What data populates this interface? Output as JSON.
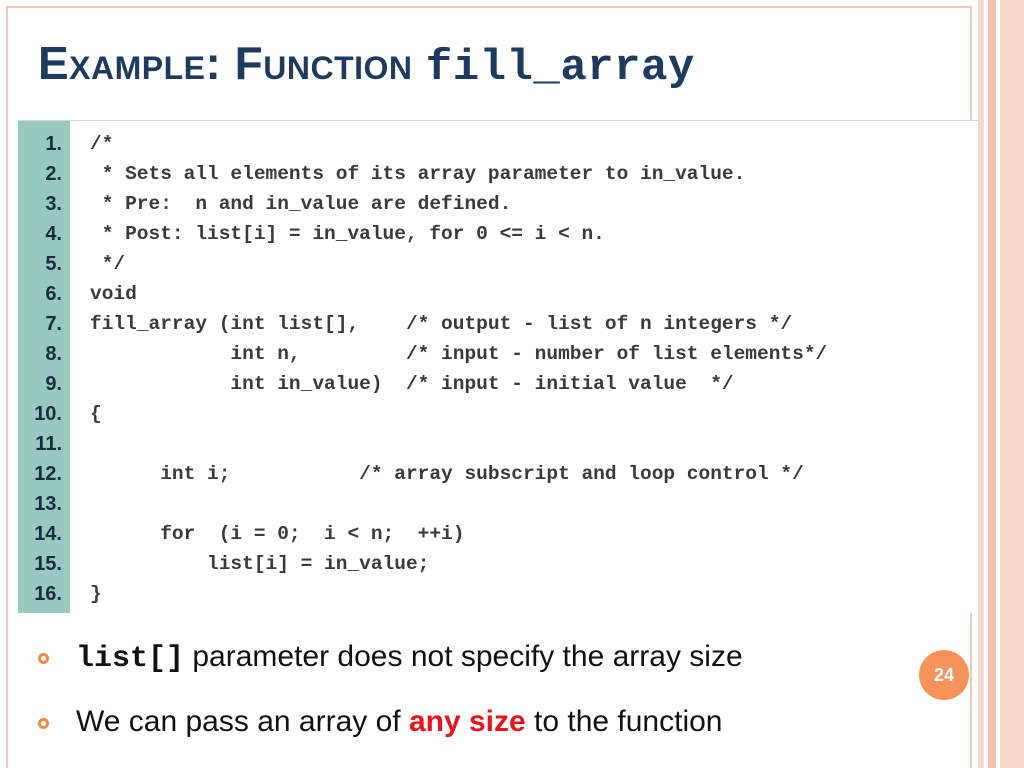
{
  "slide": {
    "title_word1": "Example",
    "title_colon": ": ",
    "title_word2": "Function",
    "title_code": "fill_array",
    "code_lines": [
      {
        "n": "1.",
        "text": "/*"
      },
      {
        "n": "2.",
        "text": " * Sets all elements of its array parameter to in_value."
      },
      {
        "n": "3.",
        "text": " * Pre:  n and in_value are defined."
      },
      {
        "n": "4.",
        "text": " * Post: list[i] = in_value, for 0 <= i < n."
      },
      {
        "n": "5.",
        "text": " */"
      },
      {
        "n": "6.",
        "text": "void"
      },
      {
        "n": "7.",
        "text": "fill_array (int list[],    /* output - list of n integers */"
      },
      {
        "n": "8.",
        "text": "            int n,         /* input - number of list elements*/"
      },
      {
        "n": "9.",
        "text": "            int in_value)  /* input - initial value  */"
      },
      {
        "n": "10.",
        "text": "{"
      },
      {
        "n": "11.",
        "text": ""
      },
      {
        "n": "12.",
        "text": "      int i;           /* array subscript and loop control */"
      },
      {
        "n": "13.",
        "text": ""
      },
      {
        "n": "14.",
        "text": "      for  (i = 0;  i < n;  ++i)"
      },
      {
        "n": "15.",
        "text": "          list[i] = in_value;"
      },
      {
        "n": "16.",
        "text": "}"
      }
    ],
    "bullets": {
      "b1_code": "list[]",
      "b1_text": " parameter does not specify the array size",
      "b2_pre": "We can pass an array of ",
      "b2_highlight": "any size",
      "b2_post": " to the function"
    },
    "page_number": "24"
  },
  "colors": {
    "title": "#1e3a5f",
    "gutter": "#98c9c0",
    "accent": "#f5935a",
    "highlight": "#e8141c"
  }
}
